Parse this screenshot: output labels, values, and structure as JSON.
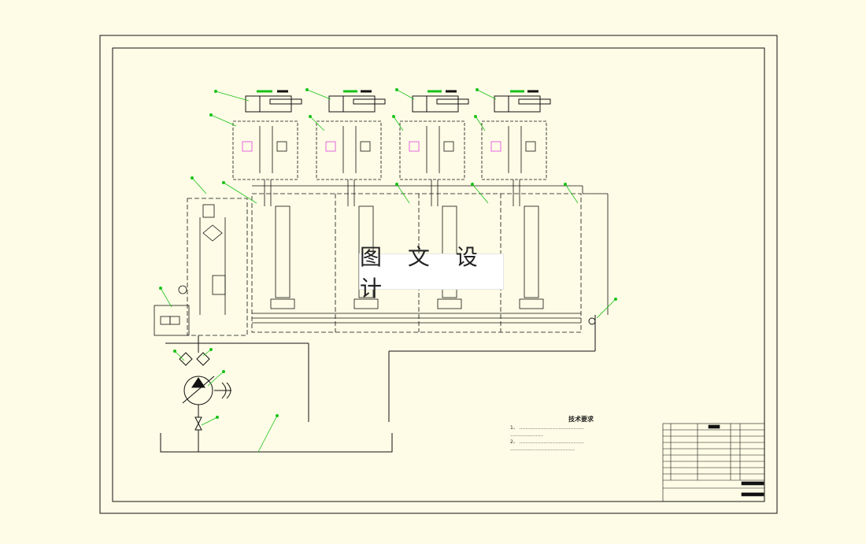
{
  "watermark": "图 文 设 计",
  "notes": {
    "title": "技术要求",
    "lines": [
      "1、 ...........................................",
      "......................",
      "2、 ...........................................",
      "..........................................."
    ]
  },
  "colors": {
    "background": "#fefce6",
    "line": "#111111",
    "leader": "#19c219",
    "highlight": "#e040e0"
  },
  "icons": [
    "pump-icon",
    "motor-icon",
    "valve-icon",
    "filter-icon",
    "cylinder-icon",
    "gauge-icon"
  ]
}
